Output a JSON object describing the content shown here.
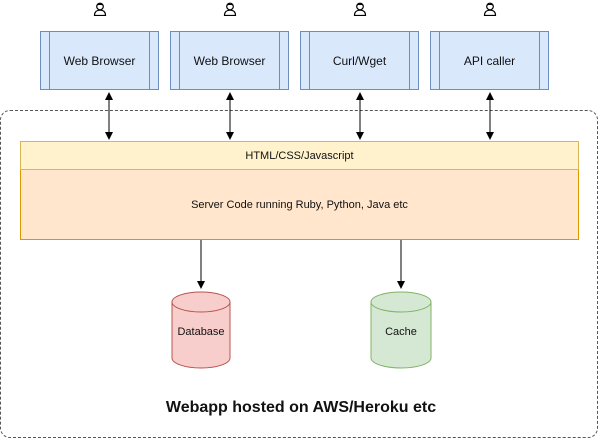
{
  "clients": [
    {
      "label": "Web Browser",
      "icon": "user-icon"
    },
    {
      "label": "Web Browser",
      "icon": "user-icon"
    },
    {
      "label": "Curl/Wget",
      "icon": "user-icon"
    },
    {
      "label": "API caller",
      "icon": "user-icon"
    }
  ],
  "layers": {
    "frontend_label": "HTML/CSS/Javascript",
    "server_label": "Server Code running Ruby, Python, Java etc"
  },
  "stores": {
    "database_label": "Database",
    "cache_label": "Cache"
  },
  "container_title": "Webapp hosted on AWS/Heroku etc",
  "colors": {
    "client_fill": "#dae8fc",
    "client_stroke": "#6c8ebf",
    "frontend_fill": "#fff2cc",
    "server_fill": "#ffe6cc",
    "database_fill": "#f8cecc",
    "database_stroke": "#b85450",
    "cache_fill": "#d5e8d4",
    "cache_stroke": "#82b366"
  }
}
